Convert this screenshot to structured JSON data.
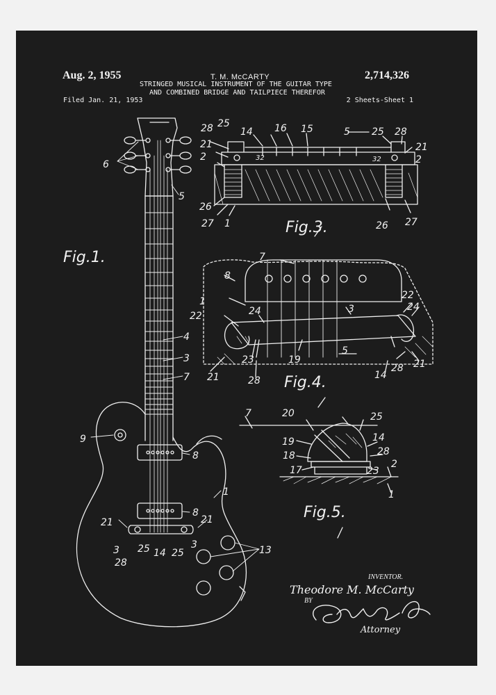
{
  "header": {
    "date": "Aug. 2, 1955",
    "inventor": "T. M. McCARTY",
    "patent_number": "2,714,326",
    "title_line1": "STRINGED MUSICAL INSTRUMENT OF THE GUITAR TYPE",
    "title_line2": "AND COMBINED BRIDGE AND TAILPIECE THEREFOR",
    "filed": "Filed Jan. 21, 1953",
    "sheets": "2 Sheets-Sheet 1"
  },
  "figures": {
    "fig1": "Fig.1.",
    "fig3": "Fig.3.",
    "fig4": "Fig.4.",
    "fig5": "Fig.5."
  },
  "signature": {
    "inventor_label": "INVENTOR.",
    "inventor_name": "Theodore M. McCarty",
    "by": "BY",
    "attorney": "Attorney"
  },
  "colors": {
    "background": "#1c1c1c",
    "ink": "#f4f4f4",
    "mat": "#f2f2f2"
  }
}
